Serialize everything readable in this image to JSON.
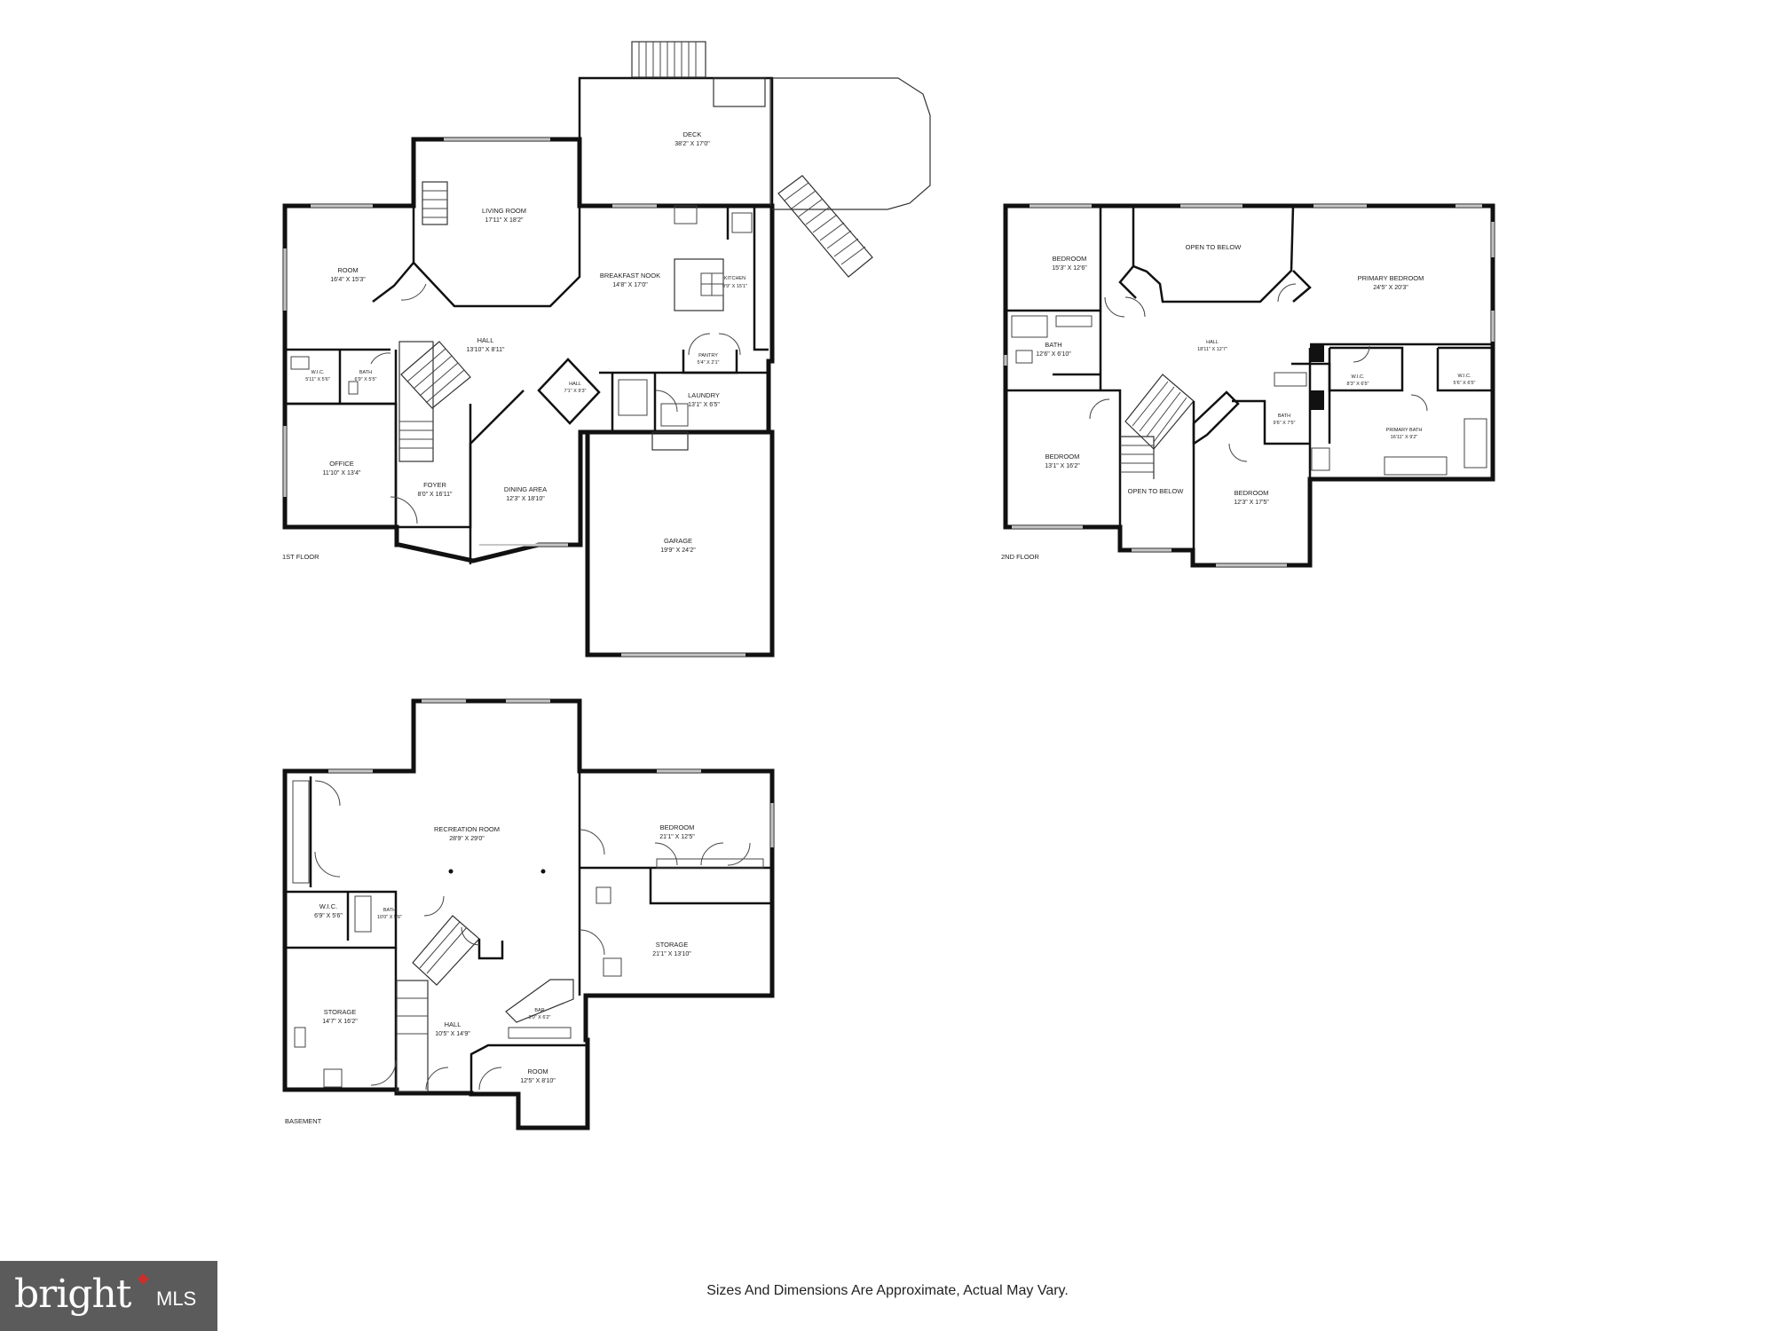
{
  "first_floor": {
    "label": "1ST FLOOR",
    "rooms": {
      "deck": {
        "name": "DECK",
        "dims": "38'2\" X 17'0\""
      },
      "living_room": {
        "name": "LIVING ROOM",
        "dims": "17'11\" X 18'2\""
      },
      "room": {
        "name": "ROOM",
        "dims": "16'4\" X 15'3\""
      },
      "breakfast_nook": {
        "name": "BREAKFAST NOOK",
        "dims": "14'8\" X 17'0\""
      },
      "kitchen": {
        "name": "KITCHEN",
        "dims": "9'9\" X 15'1\""
      },
      "hall": {
        "name": "HALL",
        "dims": "13'10\" X 8'11\""
      },
      "wic": {
        "name": "W.I.C.",
        "dims": "5'11\" X 5'6\""
      },
      "bath": {
        "name": "BATH",
        "dims": "6'9\" X 5'5\""
      },
      "pantry": {
        "name": "PANTRY",
        "dims": "5'4\" X 2'1\""
      },
      "hall_small": {
        "name": "HALL",
        "dims": "7'1\" X 9'3\""
      },
      "laundry": {
        "name": "LAUNDRY",
        "dims": "13'1\" X 6'5\""
      },
      "office": {
        "name": "OFFICE",
        "dims": "11'10\" X 13'4\""
      },
      "foyer": {
        "name": "FOYER",
        "dims": "8'0\" X 16'11\""
      },
      "dining_area": {
        "name": "DINING AREA",
        "dims": "12'3\" X 18'10\""
      },
      "garage": {
        "name": "GARAGE",
        "dims": "19'9\" X 24'2\""
      }
    }
  },
  "second_floor": {
    "label": "2ND FLOOR",
    "rooms": {
      "bedroom_nw": {
        "name": "BEDROOM",
        "dims": "15'3\" X 12'6\""
      },
      "open_to_below_top": {
        "name": "OPEN TO BELOW"
      },
      "primary_bedroom": {
        "name": "PRIMARY BEDROOM",
        "dims": "24'5\" X 20'3\""
      },
      "bath": {
        "name": "BATH",
        "dims": "12'6\" X 6'10\""
      },
      "hall": {
        "name": "HALL",
        "dims": "18'11\" X 12'7\""
      },
      "wic_1": {
        "name": "W.I.C.",
        "dims": "8'3\" X 6'5\""
      },
      "wic_2": {
        "name": "W.I.C.",
        "dims": "5'6\" X 6'5\""
      },
      "bath_small": {
        "name": "BATH",
        "dims": "9'6\" X 7'5\""
      },
      "primary_bath": {
        "name": "PRIMARY BATH",
        "dims": "16'11\" X 9'2\""
      },
      "bedroom_sw": {
        "name": "BEDROOM",
        "dims": "13'1\" X 16'2\""
      },
      "open_to_below_mid": {
        "name": "OPEN TO BELOW"
      },
      "bedroom_s": {
        "name": "BEDROOM",
        "dims": "12'3\" X 17'5\""
      }
    }
  },
  "basement": {
    "label": "BASEMENT",
    "rooms": {
      "recreation_room": {
        "name": "RECREATION ROOM",
        "dims": "28'9\" X 29'0\""
      },
      "bedroom": {
        "name": "BEDROOM",
        "dims": "21'1\" X 12'5\""
      },
      "wic": {
        "name": "W.I.C.",
        "dims": "6'9\" X 5'6\""
      },
      "bath": {
        "name": "BATH",
        "dims": "10'0\" X 5'6\""
      },
      "storage_e": {
        "name": "STORAGE",
        "dims": "21'1\" X 13'10\""
      },
      "storage_w": {
        "name": "STORAGE",
        "dims": "14'7\" X 16'2\""
      },
      "bar": {
        "name": "BAR",
        "dims": "3'0\" X 6'2\""
      },
      "hall": {
        "name": "HALL",
        "dims": "10'5\" X 14'9\""
      },
      "room": {
        "name": "ROOM",
        "dims": "12'5\" X 8'10\""
      }
    }
  },
  "disclaimer": "Sizes And Dimensions Are Approximate, Actual May Vary.",
  "logo": {
    "brand": "bright",
    "suffix": "MLS"
  },
  "colors": {
    "wall": "#111111",
    "background": "#ffffff",
    "logo_bg": "#5b5b5b",
    "logo_accent": "#c9302c"
  }
}
